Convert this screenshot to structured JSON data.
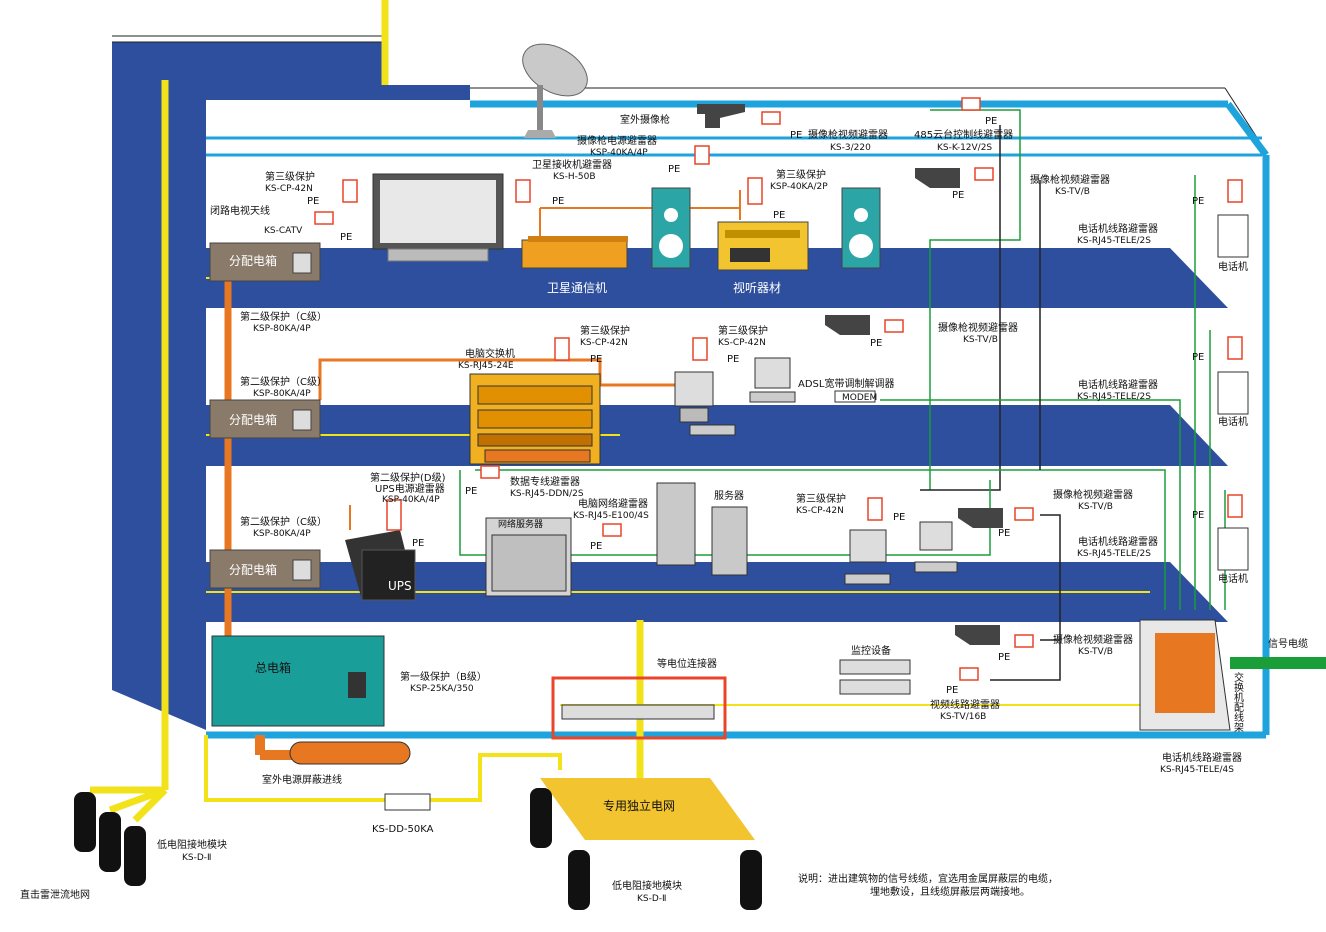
{
  "diagram": {
    "labels": {
      "outdoor_camera": "室外摄像枪",
      "pe": "PE",
      "cam_power_arrester": "摄像枪电源避雷器",
      "cam_power_arrester_model": "KSP-40KA/4P",
      "cam_video_arrester_top": "摄像枪视频避雷器",
      "cam_video_arrester_top_model": "KS-3/220",
      "ptz_arrester": "485云台控制线避雷器",
      "ptz_arrester_model": "KS-K-12V/2S",
      "sat_recv_arrester": "卫星接收机避雷器",
      "sat_recv_arrester_model": "KS-H-50B",
      "third_level_1": "第三级保护",
      "third_level_1_model": "KS-CP-42N",
      "third_level_2": "第三级保护",
      "third_level_2_model": "KSP-40KA/2P",
      "catv": "闭路电视天线",
      "catv_model": "KS-CATV",
      "cam_video_arrester_r1": "摄像枪视频避雷器",
      "cam_video_arrester_r1_model": "KS-TV/B",
      "phone_arrester_1": "电话机线路避雷器",
      "phone_arrester_1_model": "KS-RJ45-TELE/2S",
      "phone": "电话机",
      "dist_box": "分配电箱",
      "sat_comm": "卫星通信机",
      "av_equip": "视听器材",
      "second_level_1": "第二级保护（C级）",
      "second_level_1_model": "KSP-80KA/4P",
      "pc_switch": "电脑交换机",
      "pc_switch_model": "KS-RJ45-24E",
      "third_level_3": "第三级保护",
      "third_level_3_model": "KS-CP-42N",
      "third_level_4": "第三级保护",
      "third_level_4_model": "KS-CP-42N",
      "cam_video_arrester_r2": "摄像枪视频避雷器",
      "cam_video_arrester_r2_model": "KS-TV/B",
      "adsl": "ADSL宽带调制解调器",
      "modem": "MODEM",
      "phone_arrester_2": "电话机线路避雷器",
      "phone_arrester_2_model": "KS-RJ45-TELE/2S",
      "second_level_2": "第二级保护（C级）",
      "second_level_2_model": "KSP-80KA/4P",
      "ups_arrester_title": "第二级保护(D级)",
      "ups_arrester": "UPS电源避雷器",
      "ups_arrester_model": "KSP-40KA/4P",
      "data_line_arrester": "数据专线避雷器",
      "data_line_arrester_model": "KS-RJ45-DDN/2S",
      "net_arrester": "电脑网络避雷器",
      "net_arrester_model": "KS-RJ45-E100/4S",
      "server": "服务器",
      "net_server": "网络服务器",
      "third_level_5": "第三级保护",
      "third_level_5_model": "KS-CP-42N",
      "cam_video_arrester_r3": "摄像枪视频避雷器",
      "cam_video_arrester_r3_model": "KS-TV/B",
      "phone_arrester_3": "电话机线路避雷器",
      "phone_arrester_3_model": "KS-RJ45-TELE/2S",
      "second_level_3": "第二级保护（C级）",
      "second_level_3_model": "KSP-80KA/4P",
      "ups": "UPS",
      "main_box": "总电箱",
      "first_level": "第一级保护（B级）",
      "first_level_model": "KSP-25KA/350",
      "equipotential": "等电位连接器",
      "monitor_equip": "监控设备",
      "cam_video_arrester_r4": "摄像枪视频避雷器",
      "cam_video_arrester_r4_model": "KS-TV/B",
      "video_line_arrester": "视频线路避雷器",
      "video_line_arrester_model": "KS-TV/16B",
      "signal_cable": "信号电缆",
      "switch_frame": "交换机配线架",
      "phone_arrester_4": "电话机线路避雷器",
      "phone_arrester_4_model": "KS-RJ45-TELE/4S",
      "outdoor_power_cable": "室外电源屏蔽进线",
      "dd_model": "KS-DD-50KA",
      "dedicated_grid": "专用独立电网",
      "grounding_module_l": "低电阻接地模块",
      "grounding_module_l_model": "KS-D-Ⅱ",
      "grounding_module_c": "低电阻接地模块",
      "grounding_module_c_model": "KS-D-Ⅱ",
      "direct_lightning_grid": "直击雷泄流地网",
      "note_line1": "说明：进出建筑物的信号线缆，宜选用金属屏蔽层的电缆，",
      "note_line2": "埋地敷设，且线缆屏蔽层两端接地。"
    },
    "colors": {
      "wall_blue": "#2d4f9e",
      "frame_cyan": "#1ea3dc",
      "ground_yellow": "#f2e21a",
      "power_orange": "#e87722",
      "signal_green": "#1a9e3a",
      "main_box_teal": "#1a9e9a",
      "dist_box_brown": "#8a7a6a"
    }
  }
}
